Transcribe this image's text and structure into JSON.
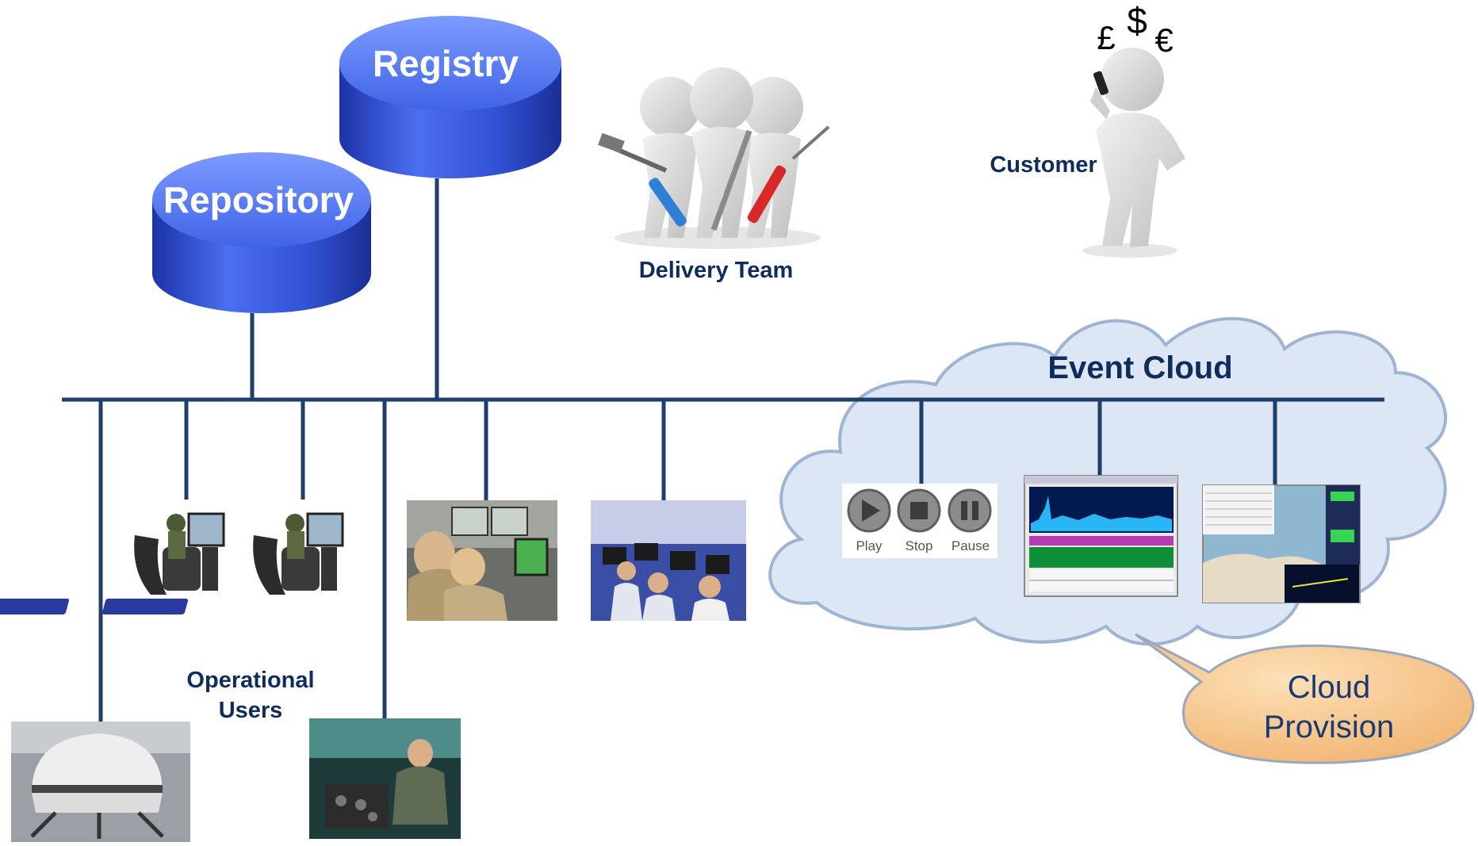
{
  "nodes": {
    "registry": "Registry",
    "repository": "Repository",
    "delivery_team": "Delivery Team",
    "customer": "Customer",
    "currency_symbols": [
      "£",
      "$",
      "€"
    ],
    "event_cloud": "Event Cloud",
    "operational_users": [
      "Operational",
      "Users"
    ],
    "cloud_provision": [
      "Cloud",
      "Provision"
    ]
  },
  "player_controls": {
    "play": "Play",
    "stop": "Stop",
    "pause": "Pause"
  },
  "colors": {
    "bus_line": "#1f3f6b",
    "label_text": "#0f2d5c",
    "cylinder": "#3a5fe0",
    "cloud_fill": "#dce6f4",
    "cloud_stroke": "#9fb3d3",
    "callout_fill": "#f7c98f"
  }
}
